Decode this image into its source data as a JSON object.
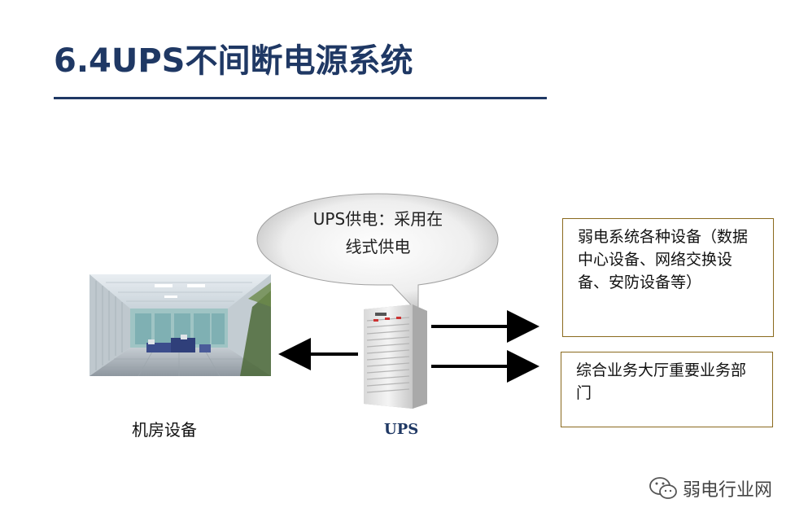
{
  "slide": {
    "title": "6.4UPS不间断电源系统"
  },
  "room": {
    "image": "server-room-photo",
    "label": "机房设备"
  },
  "bubble": {
    "line1": "UPS供电：采用在",
    "line2": "线式供电"
  },
  "ups": {
    "image": "ups-cabinet",
    "label": "UPS"
  },
  "boxes": [
    {
      "text": "弱电系统各种设备（数据中心设备、网络交换设备、安防设备等）"
    },
    {
      "text": "综合业务大厅重要业务部门"
    }
  ],
  "watermark": {
    "icon": "wechat-icon",
    "text": "弱电行业网"
  },
  "colors": {
    "title": "#1f3864",
    "box_border": "#8a6a1e"
  }
}
